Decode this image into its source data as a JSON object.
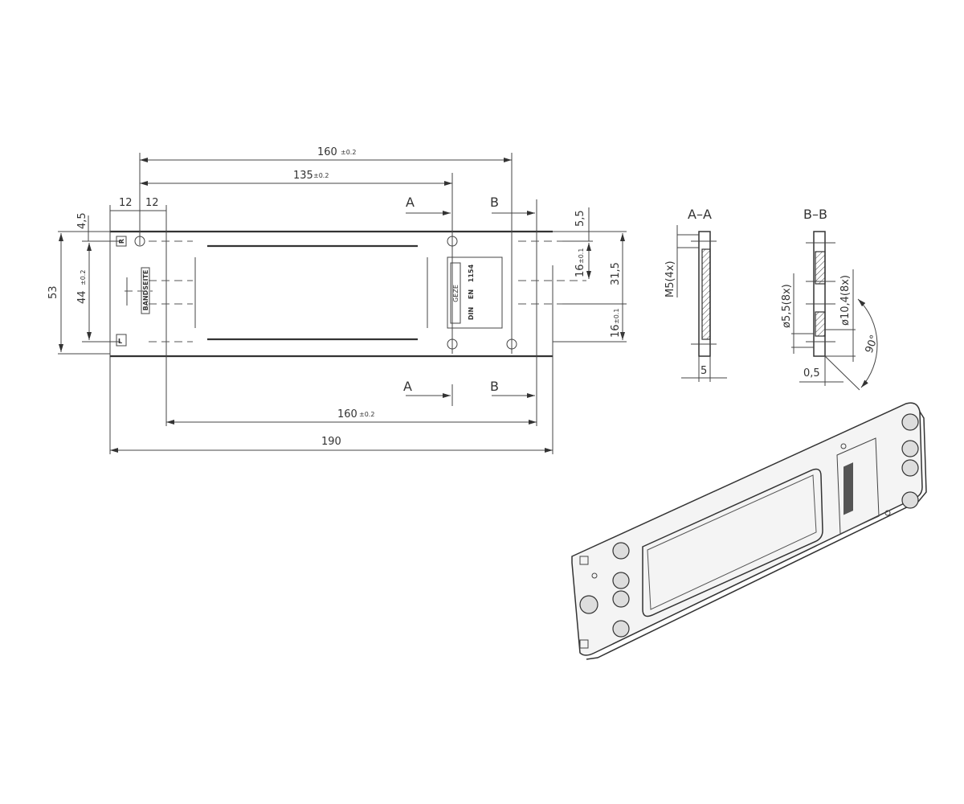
{
  "drawing": {
    "top_view": {
      "dim_160_top": "160",
      "tol_02": "±0.2",
      "dim_135": "135",
      "dim_12_left": "12",
      "dim_12_right": "12",
      "dim_4_5": "4,5",
      "dim_53": "53",
      "dim_44": "44",
      "dim_5_5": "5,5",
      "dim_16_upper": "16",
      "tol_01": "±0.1",
      "dim_31_5": "31,5",
      "dim_16_lower": "16",
      "dim_160_bottom": "160",
      "dim_190": "190",
      "section_a": "A",
      "section_b": "B",
      "label_bandseite": "BANDSEITE",
      "label_brand": "GEZE",
      "label_din": "DIN",
      "label_en": "EN",
      "label_1154": "1154",
      "mark_r": "R",
      "mark_l": "L"
    },
    "section_aa": {
      "title": "A–A",
      "thread": "M5(4x)",
      "thickness": "5"
    },
    "section_bb": {
      "title": "B–B",
      "hole_small": "ø5,5(8x)",
      "hole_large": "ø10,4(8x)",
      "angle": "90°",
      "offset": "0,5"
    }
  }
}
